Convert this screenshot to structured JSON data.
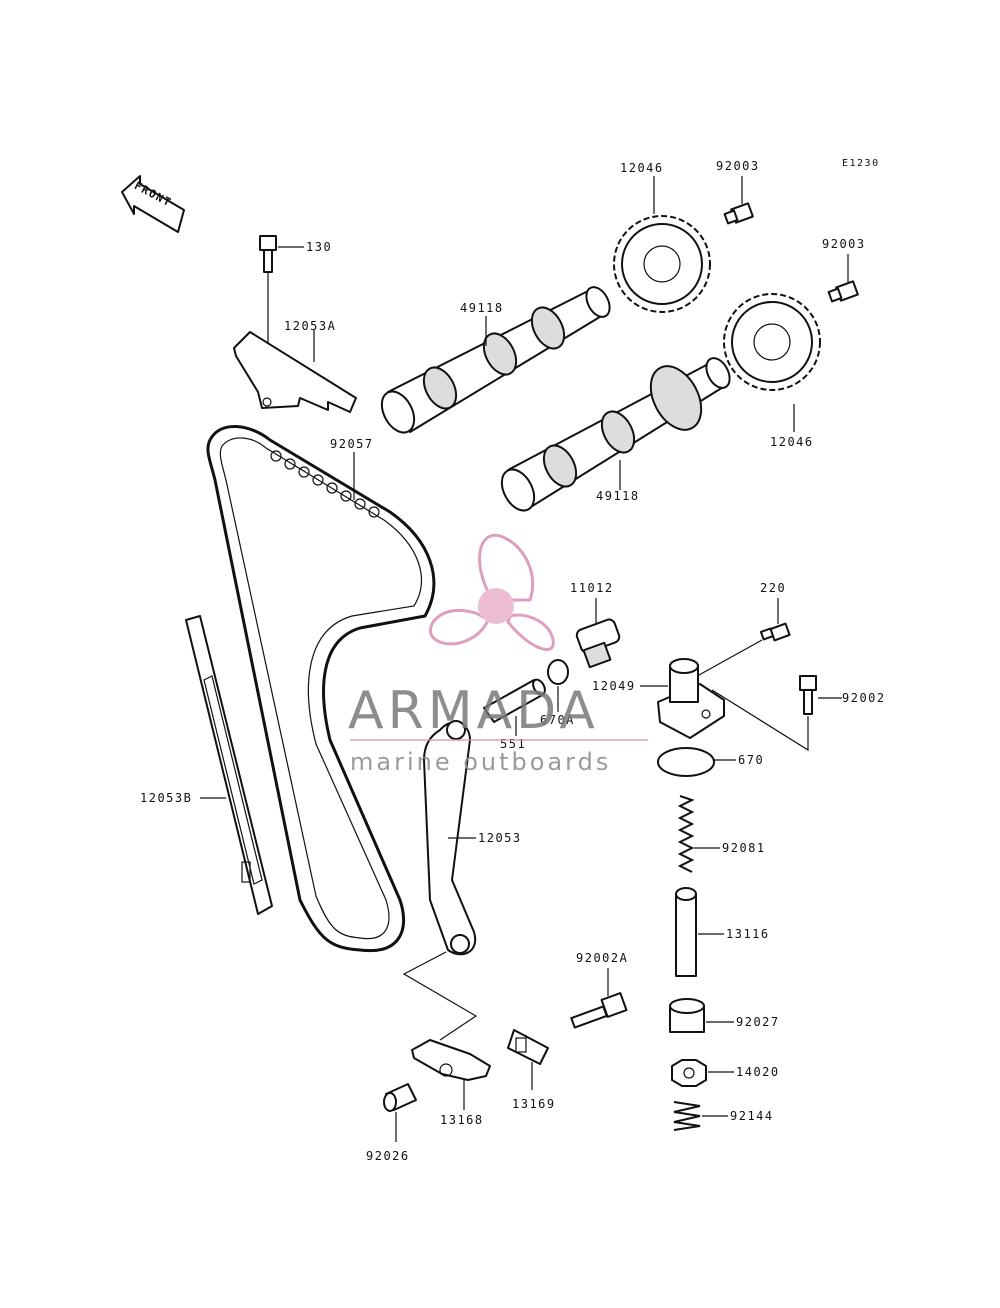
{
  "diagram": {
    "code": "E1230",
    "front_label": "FRONT",
    "part_labels": {
      "p12046_top": "12046",
      "p92003_top": "92003",
      "p92003_right": "92003",
      "p130": "130",
      "p12053A": "12053A",
      "p49118_top": "49118",
      "p12046_right": "12046",
      "p92057": "92057",
      "p49118_bottom": "49118",
      "p11012": "11012",
      "p220": "220",
      "p12049": "12049",
      "p92002": "92002",
      "p670A": "670A",
      "p551": "551",
      "p670": "670",
      "p12053B": "12053B",
      "p12053": "12053",
      "p92081": "92081",
      "p13116": "13116",
      "p92002A": "92002A",
      "p92027": "92027",
      "p14020": "14020",
      "p92144": "92144",
      "p13168": "13168",
      "p13169": "13169",
      "p92026": "92026"
    }
  },
  "watermark": {
    "brand": "ARMADA",
    "tagline": "marine outboards",
    "color": "#d98fb3"
  }
}
